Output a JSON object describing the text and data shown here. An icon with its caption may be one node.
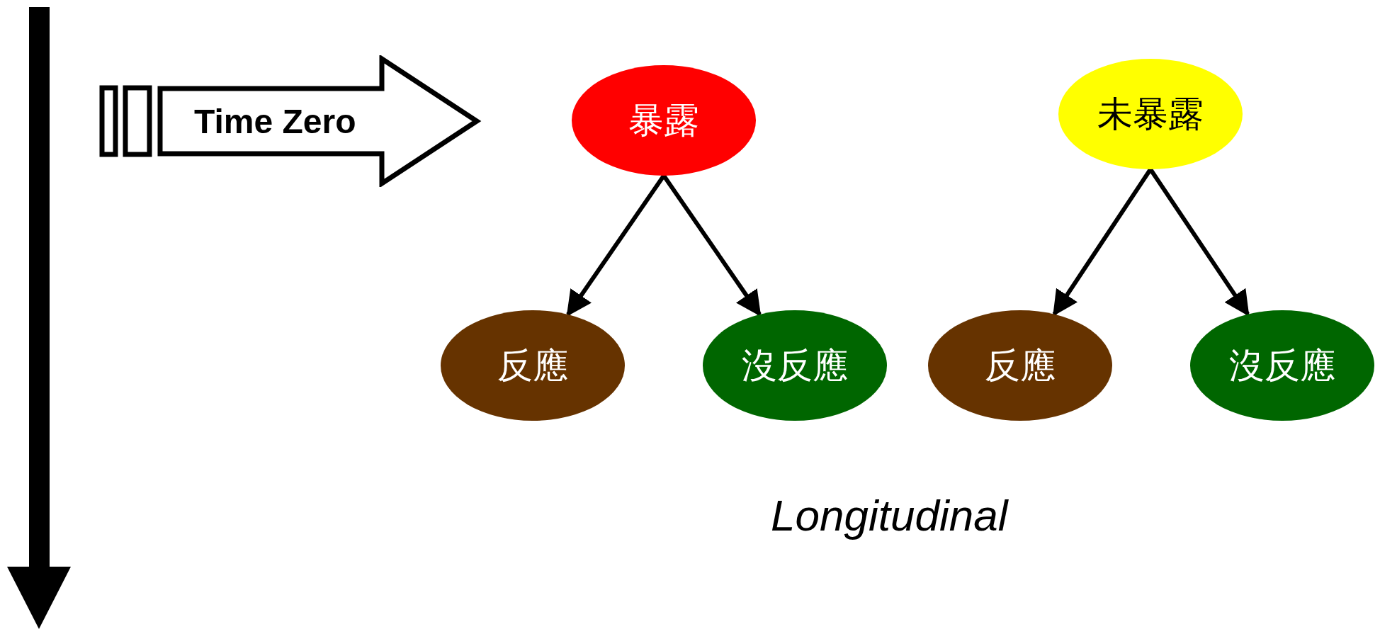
{
  "diagram": {
    "nodes": [
      {
        "text": [
          "Time Zero"
        ]
      },
      {
        "text": [
          "暴露"
        ]
      },
      {
        "text": [
          "未暴露"
        ]
      },
      {
        "text": [
          "反應"
        ]
      },
      {
        "text": [
          "沒反應"
        ]
      },
      {
        "text": [
          "反應"
        ]
      },
      {
        "text": [
          "沒反應"
        ]
      }
    ],
    "edges": [
      {
        "from": 1,
        "to": 3,
        "arrow": "to"
      },
      {
        "from": 1,
        "to": 4,
        "arrow": "to"
      },
      {
        "from": 2,
        "to": 5,
        "arrow": "to"
      },
      {
        "from": 2,
        "to": 6,
        "arrow": "to"
      }
    ],
    "labels": [
      "Longitudinal"
    ]
  }
}
